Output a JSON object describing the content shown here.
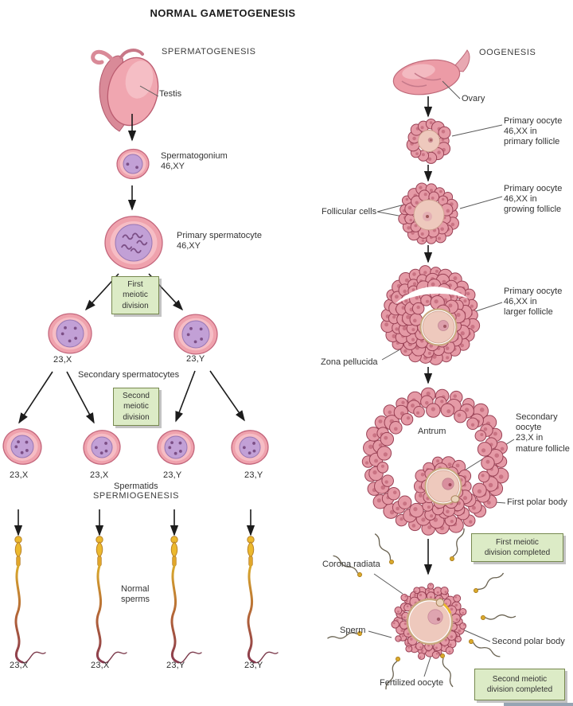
{
  "title": "NORMAL GAMETOGENESIS",
  "colors": {
    "cell_pink": "#efa2ad",
    "cell_pink_light": "#f6c0c8",
    "cell_rim": "#c4677d",
    "nucleus_purple": "#c2a0d6",
    "nucleus_rim": "#9877b4",
    "chromatin": "#7c4f86",
    "follicle_cell": "#e59aa6",
    "follicle_cell_rim": "#9a4256",
    "follicle_cell_dot": "#c97383",
    "ooplasm": "#eec9bd",
    "zona": "#c9a87f",
    "sperm_gold": "#ecb92e",
    "box_green_bg": "#dcebc6",
    "box_green_border": "#77894f",
    "arrow_black": "#1c1c1c",
    "leader_gray": "#5a5a5a",
    "text_dark": "#333333"
  },
  "spermatogenesis": {
    "heading": "SPERMATOGENESIS",
    "testis_label": "Testis",
    "spermatogonium_label": "Spermatogonium\n46,XY",
    "primary_spermatocyte_label": "Primary spermatocyte\n46,XY",
    "first_meiotic_box": "First\nmeiotic\ndivision",
    "secondary_left_karyotype": "23,X",
    "secondary_right_karyotype": "23,Y",
    "secondary_spermatocytes_label": "Secondary spermatocytes",
    "second_meiotic_box": "Second\nmeiotic\ndivision",
    "spermatid_karyotypes": [
      "23,X",
      "23,X",
      "23,Y",
      "23,Y"
    ],
    "spermatids_label": "Spermatids",
    "spermiogenesis_label": "SPERMIOGENESIS",
    "normal_sperms_label": "Normal\nsperms",
    "sperm_karyotypes": [
      "23,X",
      "23,X",
      "23,Y",
      "23,Y"
    ]
  },
  "oogenesis": {
    "heading": "OOGENESIS",
    "ovary_label": "Ovary",
    "primary_follicle_label": "Primary oocyte\n46,XX in\nprimary follicle",
    "follicular_cells_label": "Follicular cells",
    "growing_follicle_label": "Primary oocyte\n46,XX in\ngrowing follicle",
    "larger_follicle_label": "Primary oocyte\n46,XX in\nlarger follicle",
    "zona_pellucida_label": "Zona pellucida",
    "antrum_label": "Antrum",
    "secondary_oocyte_label": "Secondary\noocyte\n23,X in\nmature follicle",
    "first_polar_body_label": "First polar body",
    "first_meiotic_completed_box": "First meiotic\ndivision completed",
    "corona_radiata_label": "Corona radiata",
    "sperm_label": "Sperm",
    "second_polar_body_label": "Second polar body",
    "fertilized_oocyte_label": "Fertilized oocyte",
    "second_meiotic_completed_box": "Second meiotic\ndivision completed"
  }
}
